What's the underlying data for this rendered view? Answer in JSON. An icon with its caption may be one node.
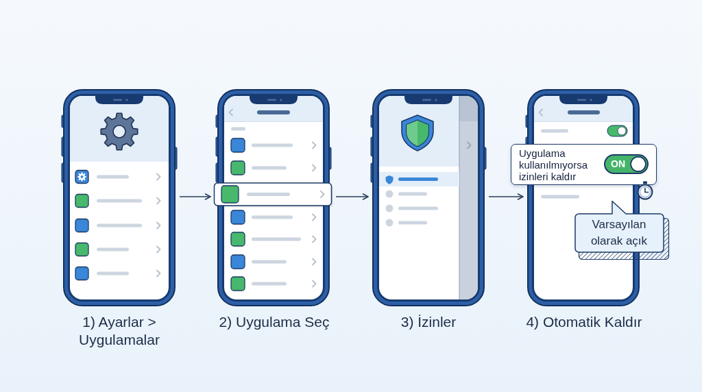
{
  "diagram": {
    "nodes": [
      {
        "text": [],
        "shape": "picture",
        "beside": [
          "1) Ayarlar > Uygulamalar"
        ]
      },
      {
        "text": [],
        "shape": "picture",
        "beside": [
          "2) Uygulama Seç"
        ]
      },
      {
        "text": [],
        "shape": "picture",
        "beside": [
          "3) İzinler"
        ]
      },
      {
        "text": [],
        "shape": "picture",
        "beside": [
          "4) Otomatik Kaldır"
        ]
      },
      {
        "text": [
          "Uygulama kullanılmıyorsa izinleri kaldır"
        ]
      },
      {
        "text": [
          "ON"
        ],
        "in": 4
      },
      {
        "text": [
          "Varsayılan olarak açık"
        ]
      }
    ],
    "edges": [
      {
        "from": 0,
        "to": 1,
        "arrow": "to"
      },
      {
        "from": 1,
        "to": 2,
        "arrow": "to"
      },
      {
        "from": 2,
        "to": 3,
        "arrow": "to"
      }
    ]
  }
}
